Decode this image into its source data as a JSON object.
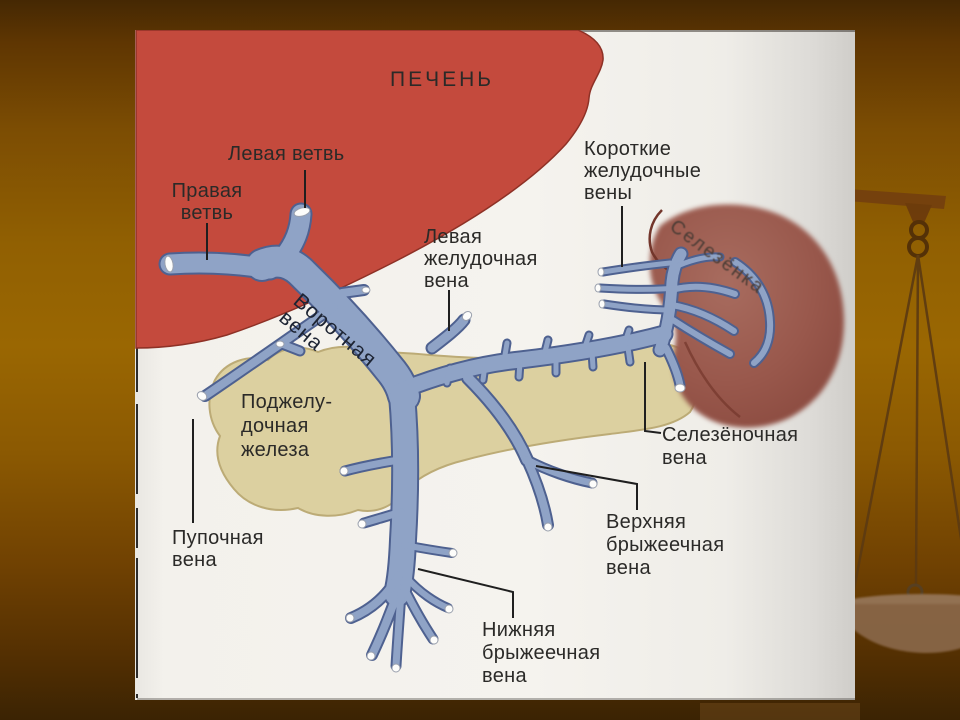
{
  "slide": {
    "decoration": "balance-scale",
    "background_colors": {
      "top": "#452803",
      "middle": "#9a6702",
      "bottom": "#3b2303"
    }
  },
  "page": {
    "background": "#f3f1ec"
  },
  "diagram": {
    "colors": {
      "liver": "#c44a3d",
      "vein_fill": "#8fa3c6",
      "vein_outline": "#4e6190",
      "pancreas": "#dcd0a0",
      "pancreas_outline": "#bcab76",
      "spleen": "#9c5b50",
      "label_text": "#2b2a28",
      "portal_label_text": "#1d2433",
      "leader_line": "#1f1f1f"
    },
    "labels": {
      "liver": "ПЕЧЕНЬ",
      "left_branch": "Левая ветвь",
      "right_branch": "Правая\nветвь",
      "short_gastric_veins": "Короткие\nжелудочные\nвены",
      "spleen": "Селезёнка",
      "left_gastric_vein": "Левая\nжелудочная\nвена",
      "portal_vein": "Воротная\nвена",
      "pancreas": "Поджелу-\nдочная\nжелеза",
      "splenic_vein": "Селезёночная\nвена",
      "umbilical_vein": "Пупочная\nвена",
      "superior_mesenteric_vein": "Верхняя\nбрыжеечная\nвена",
      "inferior_mesenteric_vein": "Нижняя\nбрыжеечная\nвена"
    }
  }
}
